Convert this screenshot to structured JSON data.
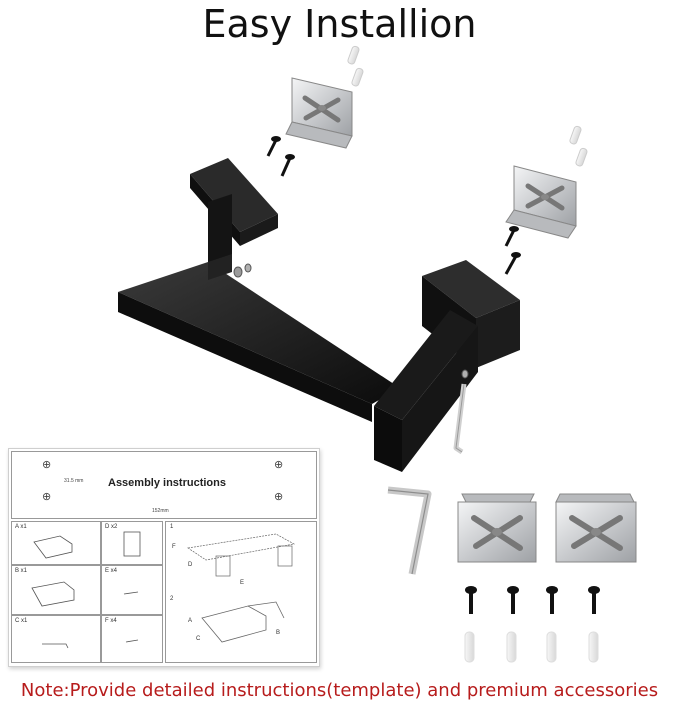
{
  "title": "Easy Installion",
  "note": "Note:Provide detailed instructions(template) and premium accessories",
  "sheet": {
    "heading": "Assembly instructions",
    "dim_vertical": "31.5 mm",
    "dim_horizontal": "152mm",
    "parts": [
      {
        "label": "A x1"
      },
      {
        "label": "D x2"
      },
      {
        "label": "B x1"
      },
      {
        "label": "E x4"
      },
      {
        "label": "C x1"
      },
      {
        "label": "F x4"
      }
    ],
    "steps": [
      "1",
      "2"
    ],
    "step1_callouts": [
      "F",
      "D",
      "E"
    ],
    "step2_callouts": [
      "A",
      "C",
      "B"
    ]
  },
  "colors": {
    "note": "#b71c1c",
    "metal_black": "#1c1c1c",
    "steel": "#d9dadc"
  }
}
